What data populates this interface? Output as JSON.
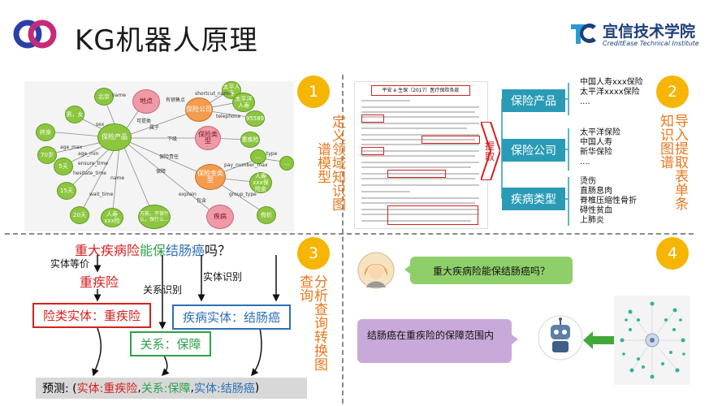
{
  "header": {
    "title": "KG机器人原理",
    "brand_cn": "宜信技术学院",
    "brand_en": "CreditEase Technical Institute",
    "brand_logo": "TC"
  },
  "section1": {
    "number": "1",
    "desc": "定义领域知识图谱模型",
    "graph": {
      "nodes": {
        "product": "保险产品",
        "location": "地点",
        "company": "保险公司",
        "ptype": "保险类型",
        "ftype": "保险金类型",
        "disease": "疾病",
        "beijing": "北京",
        "taiping": "太平人寿",
        "taipingyang": "太平洋人寿",
        "male": "男，女",
        "phone": "95589",
        "ts": "终身",
        "age70": "70岁",
        "tianshu": "5天",
        "d15": "15天",
        "d20": "20天",
        "renshou": "人寿xxx险",
        "juzhu": "万能，不保什么，保什么...",
        "zhaq": "重疾险",
        "s1": "...",
        "s2": "...",
        "s3": "...",
        "renshou2": "人寿xxx保险金",
        "renshou3": "...",
        "gu": "骨折"
      },
      "edges": {
        "name": "name",
        "youxiao": "有销售点",
        "shortcut": "shortcut_name",
        "telephone": "telephone",
        "sex": "sex",
        "age_max": "age_max",
        "age_min": "age_min",
        "hesitate": "hesitate_time",
        "ensure": "ensure_time",
        "wait": "wait_time",
        "explain": "explain",
        "xiashu": "下级",
        "shuyu": "属于",
        "baoxian": "保险责任",
        "baozhang": "保障",
        "pay": "pay_number_max",
        "group": "group_type",
        "type": "type",
        "baohan": "包含",
        "yuan": "可提类"
      }
    }
  },
  "section2": {
    "number": "2",
    "desc": "导入提取表单条知识图谱",
    "extract_label": "提取",
    "doc_title": "平安 e 生保（2017）医疗保险条款",
    "categories": [
      {
        "label": "保险产品",
        "items": [
          "中国人寿xxx保险",
          "太平洋xxxx保险",
          "...."
        ]
      },
      {
        "label": "保险公司",
        "items": [
          "太平洋保险",
          "中国人寿",
          "新华保险",
          "...."
        ]
      },
      {
        "label": "疾病类型",
        "items": [
          "烫伤",
          "直肠息肉",
          "脊椎压缩性骨折",
          "碍性贫血",
          "上肺炎"
        ]
      }
    ]
  },
  "section3": {
    "number": "3",
    "desc": "分析查询转换图查询",
    "question_parts": {
      "p1": "重大疾病险",
      "p2": "能保",
      "p3": "结肠癌",
      "p4": "吗？"
    },
    "entity_equiv": "实体等价",
    "zhongjixian": "重疾险",
    "rel_recog": "关系识别",
    "ent_recog": "实体识别",
    "ins_entity": "险类实体：重疾险",
    "dis_entity": "疾病实体：结肠癌",
    "rel_box": "关系：保障",
    "predict_prefix": "预测: (",
    "predict_p1": "实体:重疾险",
    "predict_sep1": ", ",
    "predict_p2": "关系:保障",
    "predict_sep2": ", ",
    "predict_p3": "实体:结肠癌",
    "predict_suffix": ")"
  },
  "section4": {
    "number": "4",
    "user_question": "重大疾病险能保结肠癌吗？",
    "bot_answer": "结肠癌在重疾险的保障范围内"
  },
  "colors": {
    "orange": "#e8781e",
    "gold": "#f5b500",
    "teal": "#2a9bb6",
    "red": "#d62020",
    "blue": "#2d6fb6",
    "green": "#2ea14a"
  }
}
